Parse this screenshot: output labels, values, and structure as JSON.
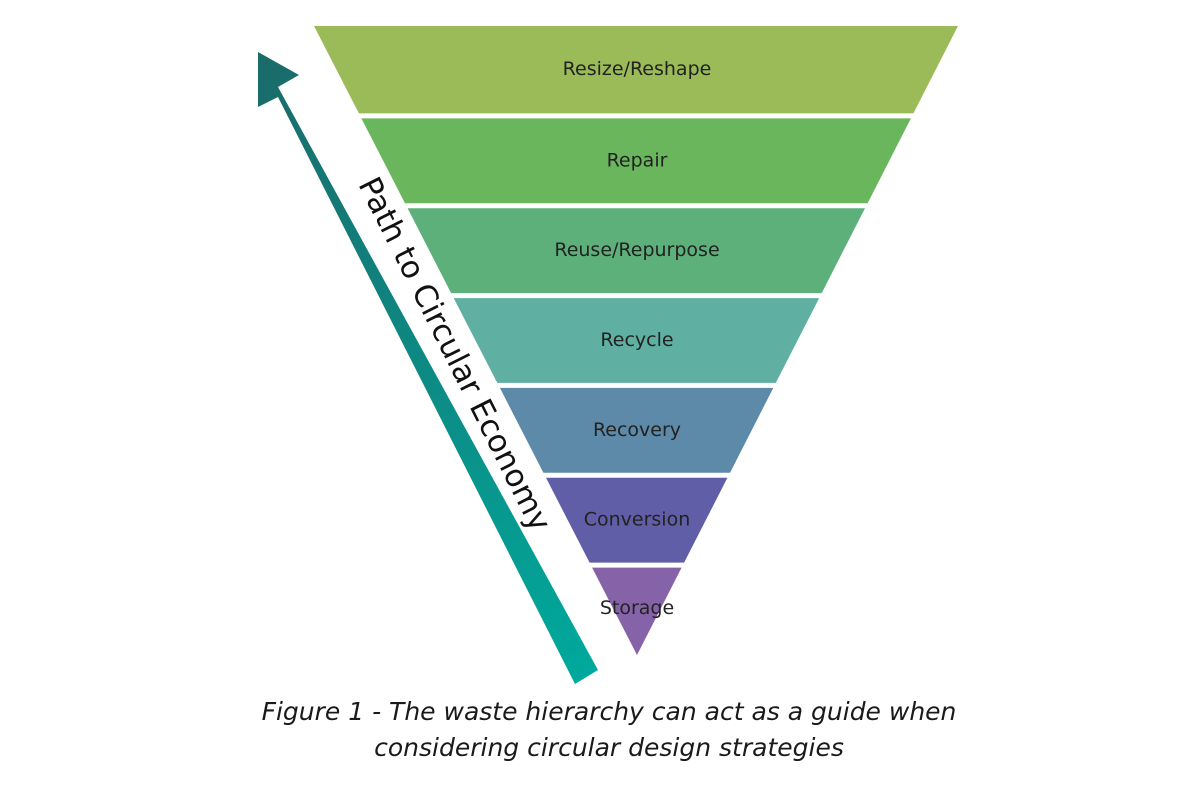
{
  "diagram": {
    "arrow_label": "Path to Circular Economy",
    "layers": [
      {
        "label": "Resize/Reshape",
        "color": "#9bbb59"
      },
      {
        "label": "Repair",
        "color": "#6ab65d"
      },
      {
        "label": "Reuse/Repurpose",
        "color": "#5eb07a"
      },
      {
        "label": "Recycle",
        "color": "#5fb0a3"
      },
      {
        "label": "Recovery",
        "color": "#5d8aa8"
      },
      {
        "label": "Conversion",
        "color": "#5f5ea6"
      },
      {
        "label": "Storage",
        "color": "#8662a8"
      }
    ],
    "arrow_colors": {
      "base": "#00a99d",
      "tip": "#1a6b6a"
    }
  },
  "caption": {
    "line1": "Figure 1 - The waste hierarchy can act as a guide when",
    "line2": "considering circular design strategies"
  }
}
